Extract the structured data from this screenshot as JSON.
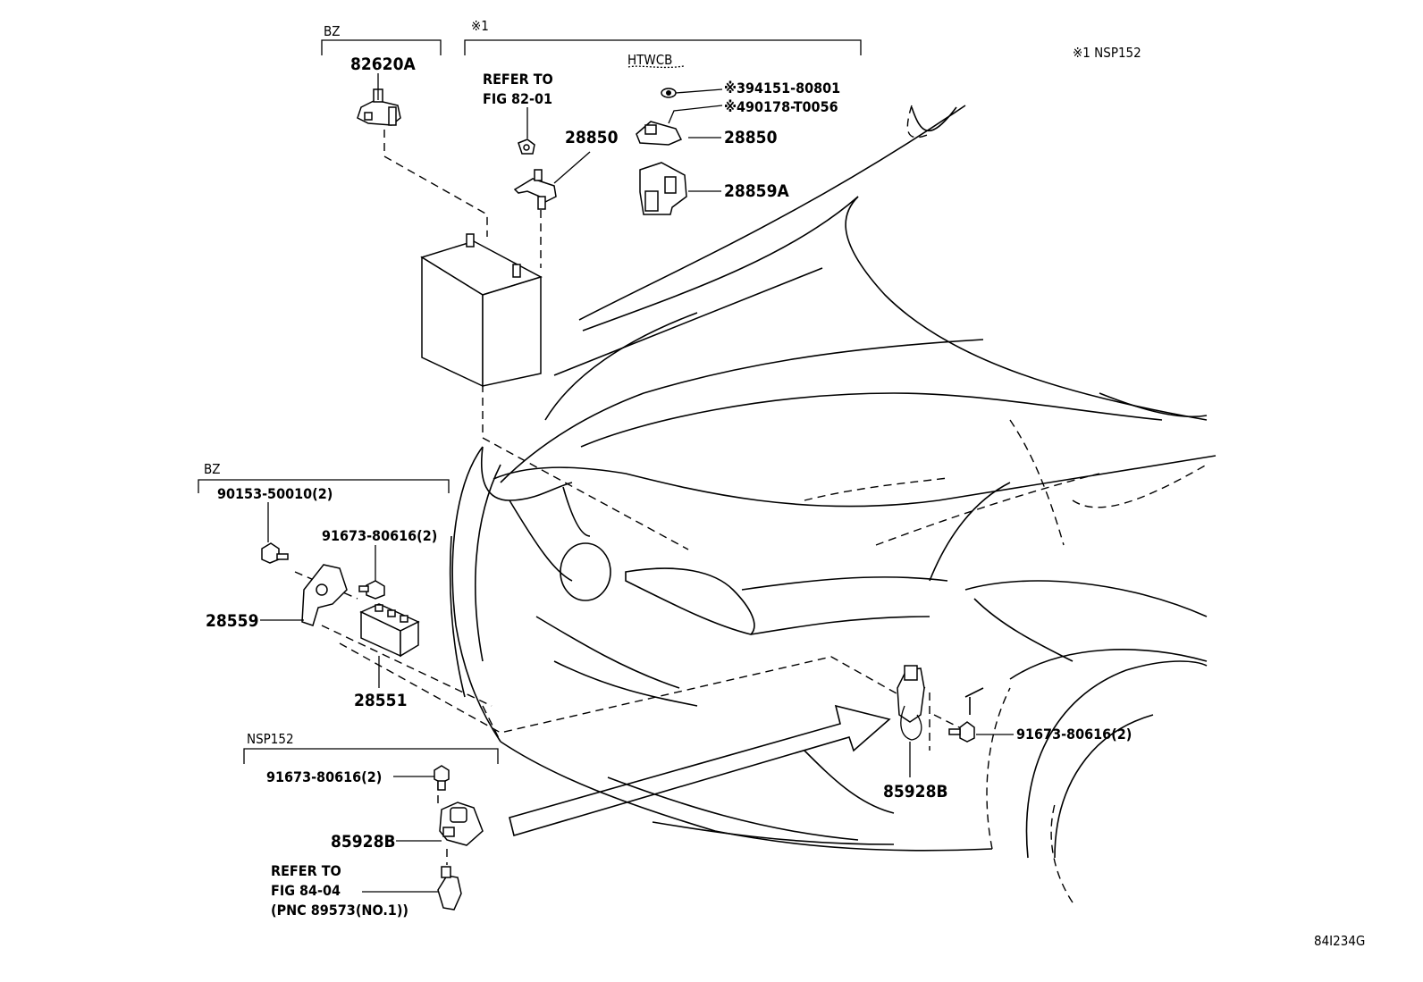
{
  "diagram": {
    "figure_code": "84I234G",
    "legend": "※1 NSP152",
    "groups": {
      "bz_top": "BZ",
      "note1": "※1",
      "htwcb": "HTWCB",
      "bz_left": "BZ",
      "nsp152": "NSP152"
    },
    "parts": {
      "p82620A": "82620A",
      "refer_8201_line1": "REFER TO",
      "refer_8201_line2": "FIG 82-01",
      "p28850_a": "28850",
      "p94151": "※394151-80801",
      "p90178": "※490178-T0056",
      "p28850_b": "28850",
      "p28859A": "28859A",
      "p90153": "90153-50010(2)",
      "p91673_a": "91673-80616(2)",
      "p28559": "28559",
      "p28551": "28551",
      "p91673_b": "91673-80616(2)",
      "p85928B_a": "85928B",
      "p91673_c": "91673-80616(2)",
      "p85928B_b": "85928B",
      "refer_8404_line1": "REFER TO",
      "refer_8404_line2": "FIG 84-04",
      "refer_8404_line3": "(PNC 89573(NO.1))"
    }
  }
}
